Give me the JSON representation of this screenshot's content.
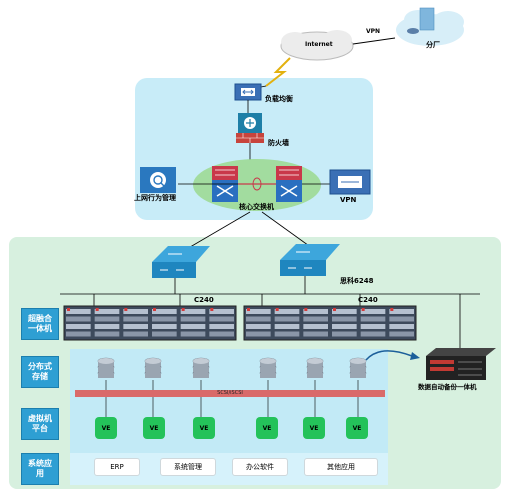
{
  "top": {
    "internet_label": "Internet",
    "vpn_link_label": "VPN",
    "branch_label": "分厂"
  },
  "core": {
    "load_balancer_label": "负载均衡",
    "firewall_label": "防火墙",
    "behavior_mgmt_label": "上网行为管理",
    "core_switch_label": "核心交换机",
    "vpn_device_label": "VPN"
  },
  "datacenter": {
    "access_switch_label": "思科6248",
    "server_label": "C240",
    "sections": [
      {
        "label": "超融合一体机"
      },
      {
        "label": "分布式存储"
      },
      {
        "label": "虚拟机平台"
      },
      {
        "label": "系统应用"
      }
    ],
    "storage_bus_label": "SCSI/iSCSI",
    "vm_label": "VE",
    "backup_label": "数据自动备份一体机",
    "apps": [
      {
        "label": "ERP"
      },
      {
        "label": "系统管理"
      },
      {
        "label": "办公软件"
      },
      {
        "label": "其他应用"
      }
    ]
  },
  "colors": {
    "core_panel": "#c8ecf8",
    "datacenter_panel": "#d7f0df",
    "inner_panel": "#c2eaf6",
    "section_blue": "#2e9fd3",
    "ve_green": "#24c25a"
  }
}
